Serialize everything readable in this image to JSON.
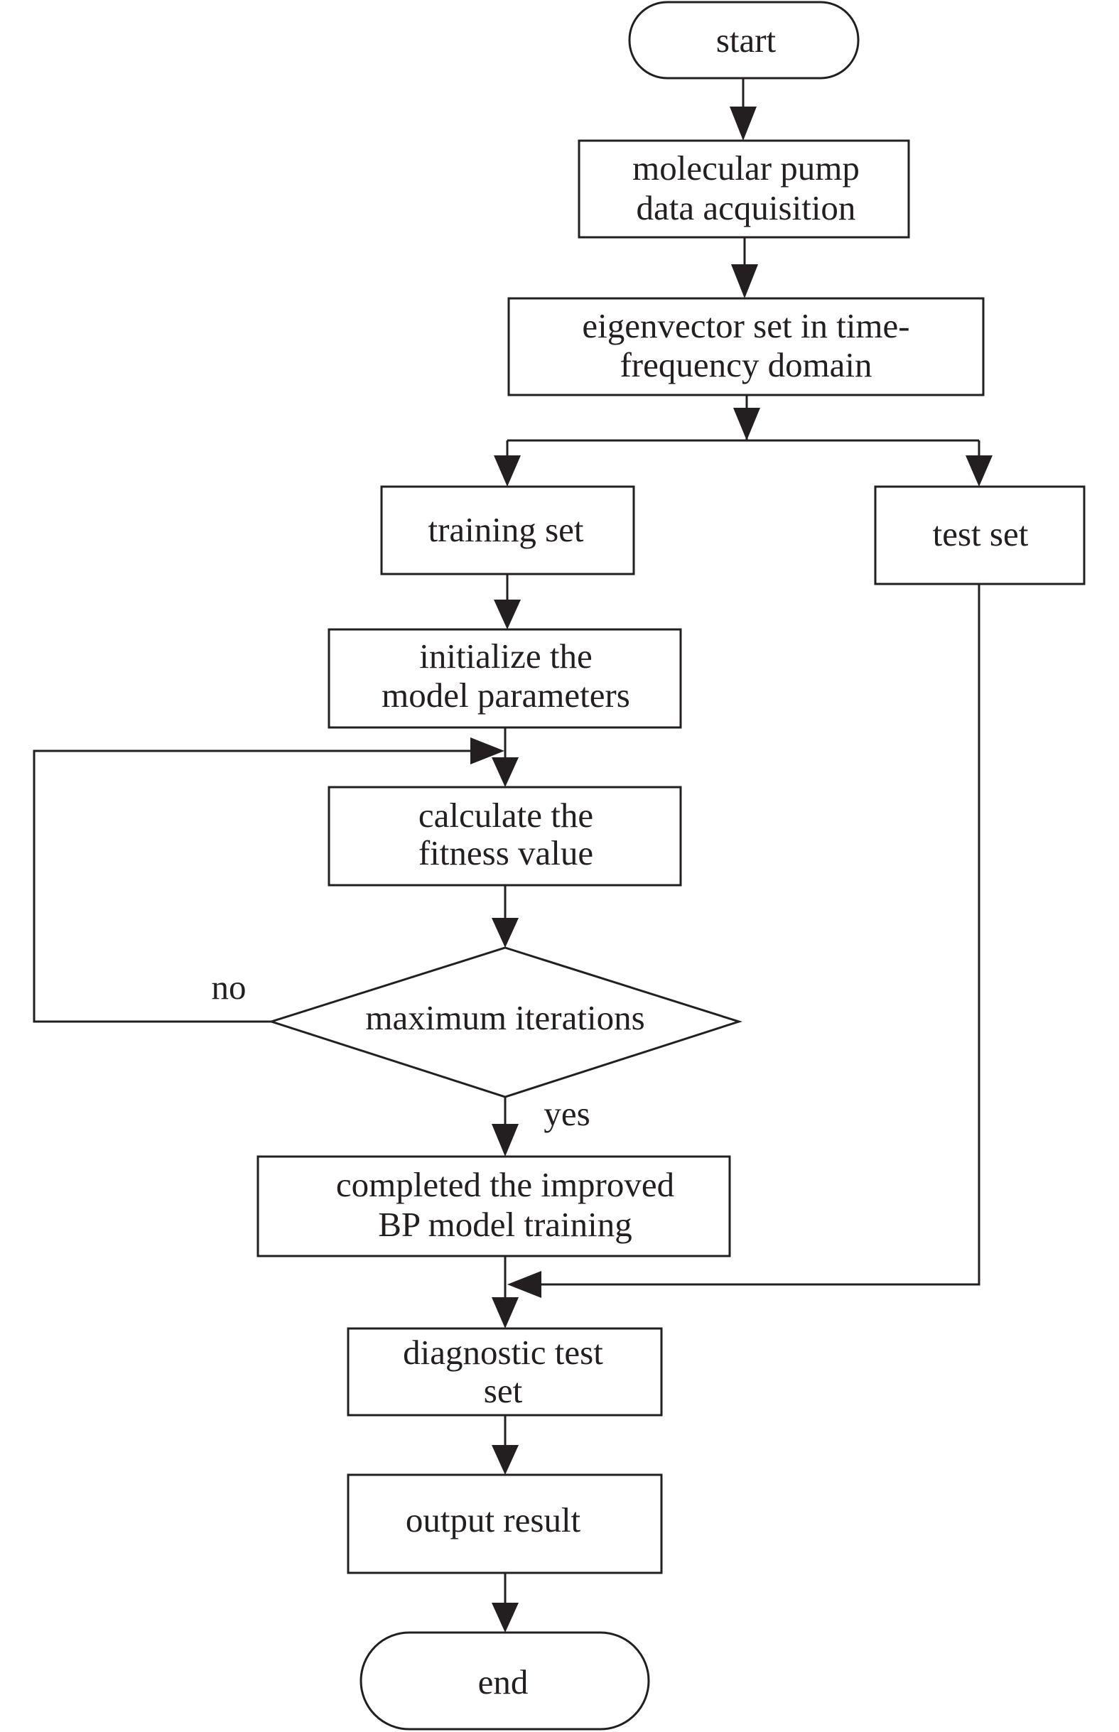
{
  "nodes": {
    "start": {
      "lines": [
        "start"
      ]
    },
    "acquisition": {
      "lines": [
        "molecular pump",
        "data acquisition"
      ]
    },
    "eigenvector": {
      "lines": [
        "eigenvector set in time-",
        "frequency domain"
      ]
    },
    "training": {
      "lines": [
        "training set"
      ]
    },
    "test": {
      "lines": [
        "test set"
      ]
    },
    "init": {
      "lines": [
        "initialize the",
        "model parameters"
      ]
    },
    "fitness": {
      "lines": [
        "calculate the",
        "fitness value"
      ]
    },
    "decision": {
      "lines": [
        "maximum iterations"
      ]
    },
    "completed": {
      "lines": [
        "completed the improved",
        "BP model training"
      ]
    },
    "diagnostic": {
      "lines": [
        "diagnostic test",
        "set"
      ]
    },
    "output": {
      "lines": [
        "output result"
      ]
    },
    "end": {
      "lines": [
        "end"
      ]
    }
  },
  "labels": {
    "no": "no",
    "yes": "yes"
  },
  "colors": {
    "stroke": "#231f20",
    "background": "#ffffff"
  }
}
